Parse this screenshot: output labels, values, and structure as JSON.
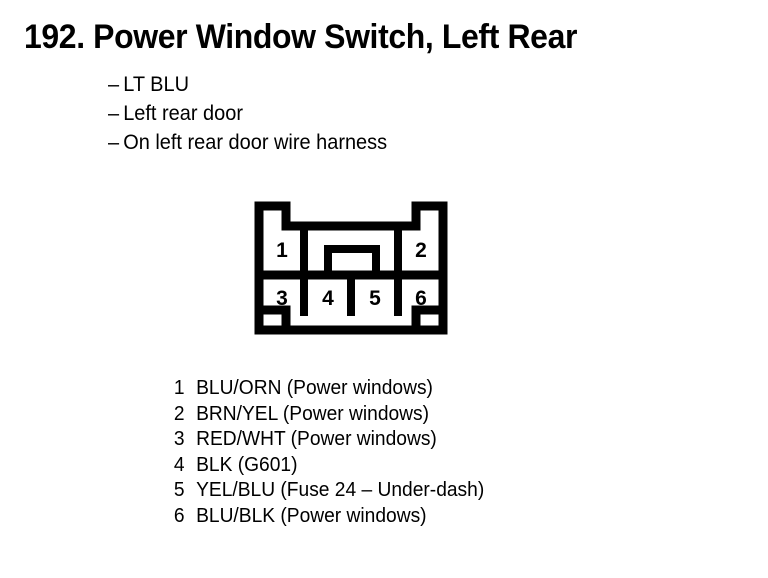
{
  "title": {
    "number": "192.",
    "name": "Power Window Switch, Left Rear"
  },
  "descriptors": [
    {
      "dash": "–",
      "text": "LT BLU"
    },
    {
      "dash": "–",
      "text": "Left rear door"
    },
    {
      "dash": "–",
      "text": "On left rear door wire harness"
    }
  ],
  "connector": {
    "top_row_labels": [
      "1",
      "2"
    ],
    "bottom_row_labels": [
      "3",
      "4",
      "5",
      "6"
    ],
    "outline_color": "#000000",
    "fill_color": "#ffffff"
  },
  "pin_legend": [
    {
      "pin": "1",
      "desc": "BLU/ORN (Power windows)"
    },
    {
      "pin": "2",
      "desc": "BRN/YEL (Power windows)"
    },
    {
      "pin": "3",
      "desc": "RED/WHT (Power windows)"
    },
    {
      "pin": "4",
      "desc": "BLK (G601)"
    },
    {
      "pin": "5",
      "desc": "YEL/BLU (Fuse 24 – Under-dash)"
    },
    {
      "pin": "6",
      "desc": "BLU/BLK (Power windows)"
    }
  ]
}
